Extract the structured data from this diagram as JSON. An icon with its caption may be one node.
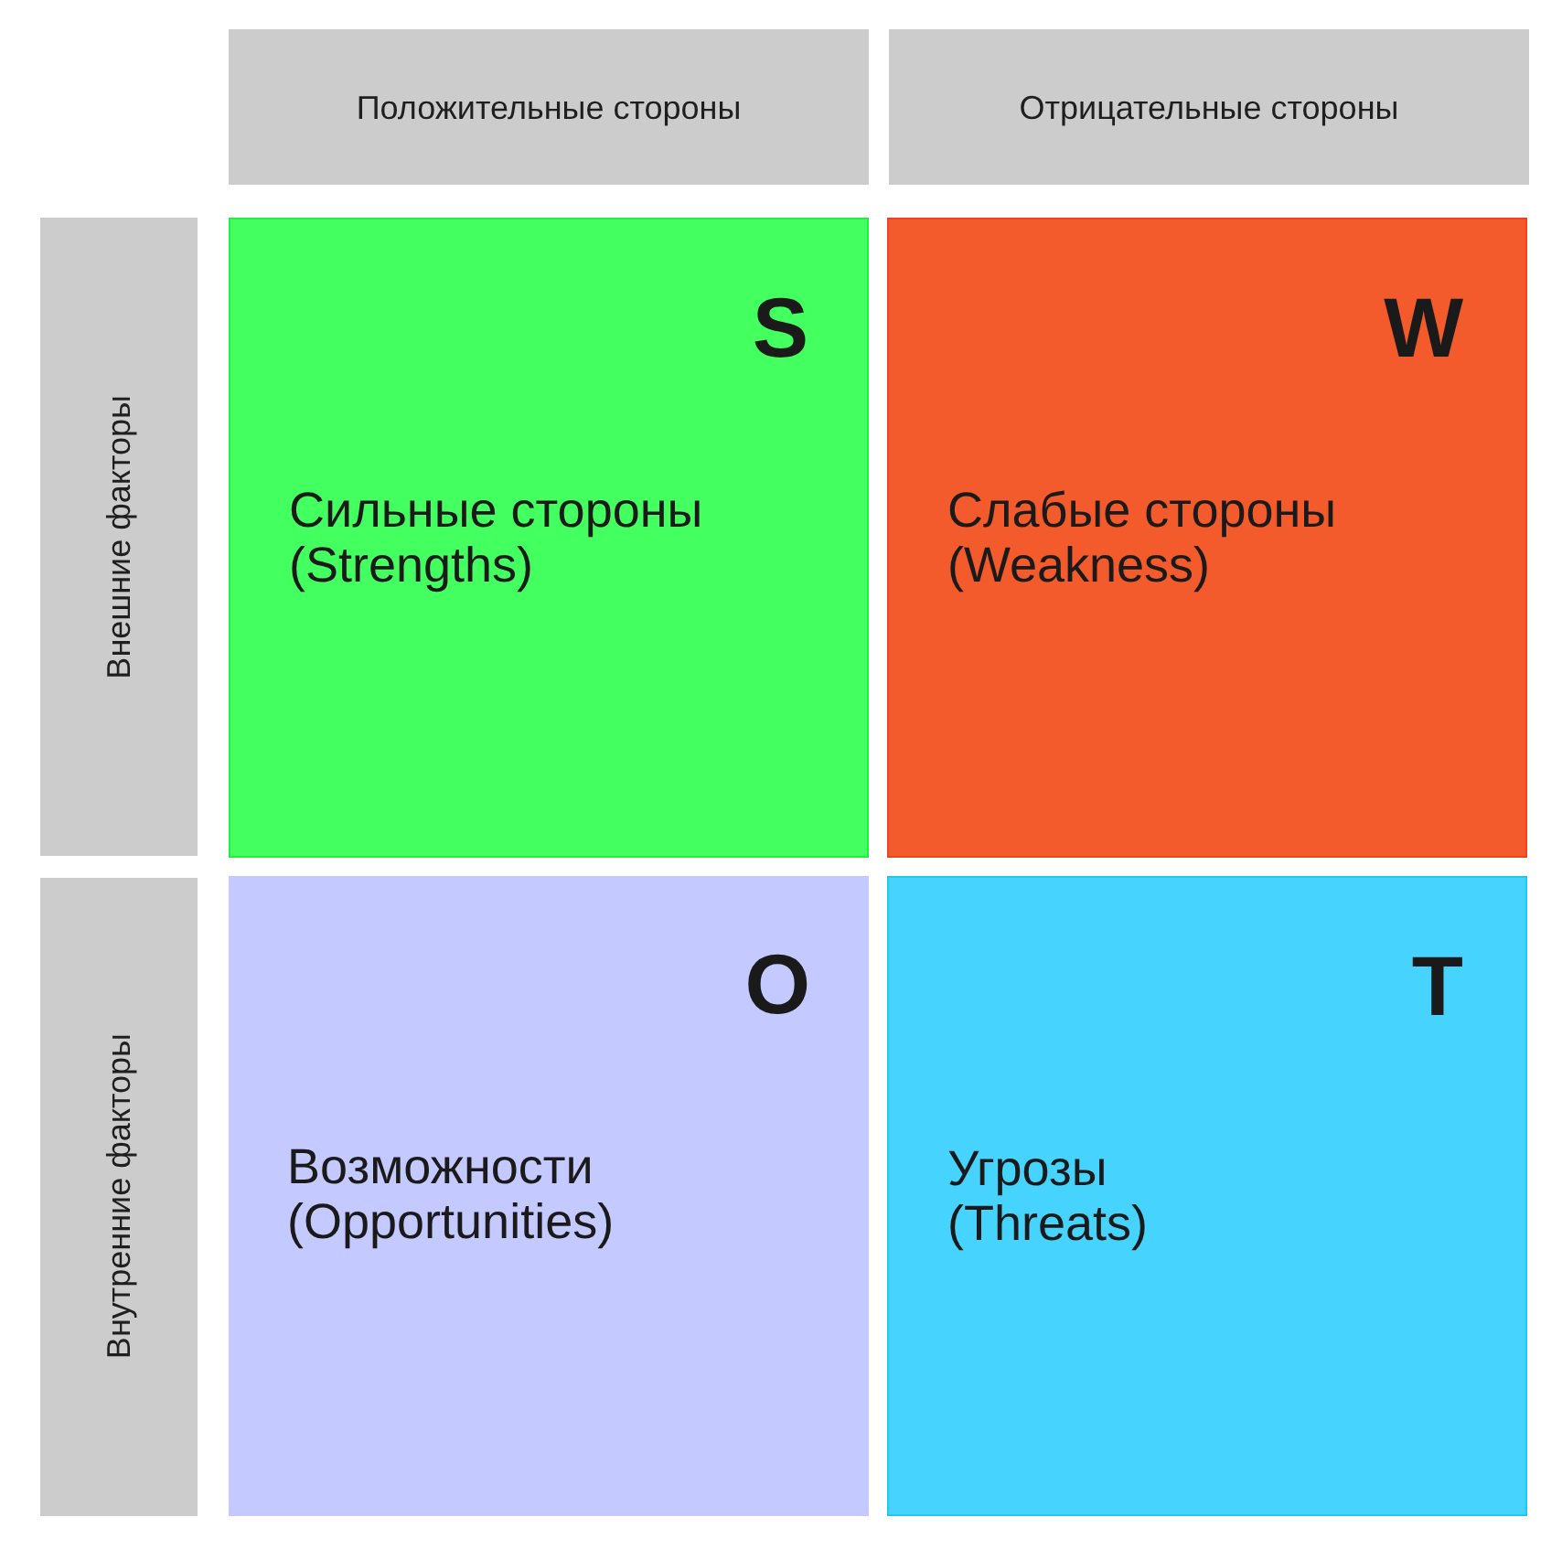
{
  "diagram": {
    "nodes": [
      {
        "text": [
          "Положительные стороны"
        ]
      },
      {
        "text": [
          "Отрицательные стороны"
        ]
      },
      {
        "text": [
          "Внешние факторы"
        ]
      },
      {
        "text": [
          "S",
          "Сильные стороны (Strengths)"
        ]
      },
      {
        "text": [
          "W",
          "Слабые стороны (Weakness)"
        ]
      },
      {
        "text": [
          "Внутренние факторы"
        ]
      },
      {
        "text": [
          "O",
          "Возможности (Opportunities)"
        ]
      },
      {
        "text": [
          "T",
          "Угрозы (Threats)"
        ]
      }
    ]
  }
}
